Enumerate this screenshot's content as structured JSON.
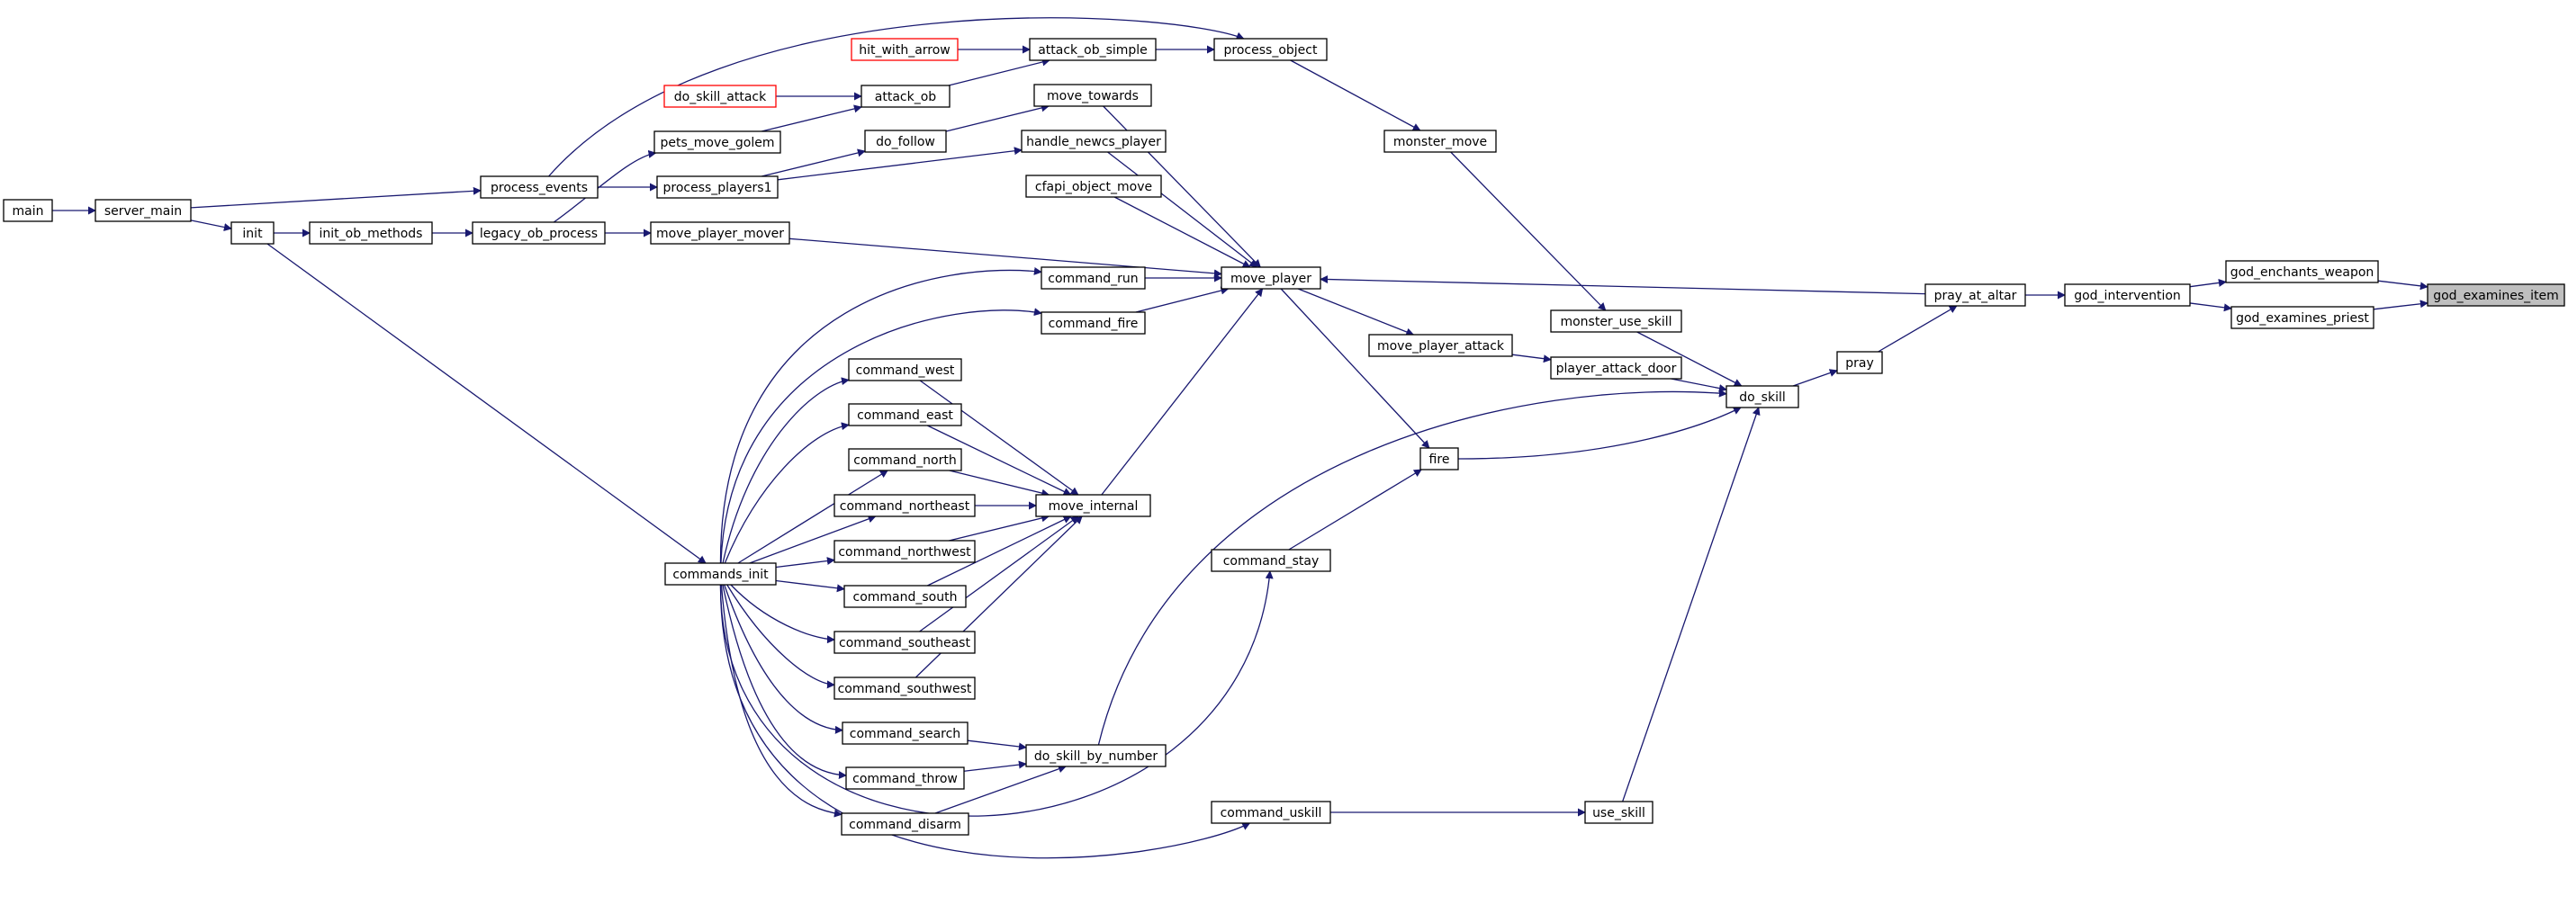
{
  "graph": {
    "focus_function": "god_examines_item",
    "colors": {
      "edge": "#191970",
      "node_border": "#000000",
      "missing_border": "#ff0000",
      "focus_fill": "#bfbfbf"
    },
    "nodes": {
      "main": "main",
      "server_main": "server_main",
      "init": "init",
      "init_ob_methods": "init_ob_methods",
      "legacy_ob_process": "legacy_ob_process",
      "process_events": "process_events",
      "pets_move_golem": "pets_move_golem",
      "process_players1": "process_players1",
      "move_player_mover": "move_player_mover",
      "commands_init": "commands_init",
      "hit_with_arrow": "hit_with_arrow",
      "do_skill_attack": "do_skill_attack",
      "attack_ob": "attack_ob",
      "attack_ob_simple": "attack_ob_simple",
      "process_object": "process_object",
      "monster_move": "monster_move",
      "move_towards": "move_towards",
      "do_follow": "do_follow",
      "handle_newcs_player": "handle_newcs_player",
      "cfapi_object_move": "cfapi_object_move",
      "command_run": "command_run",
      "command_fire": "command_fire",
      "move_player": "move_player",
      "command_west": "command_west",
      "command_east": "command_east",
      "command_north": "command_north",
      "command_northeast": "command_northeast",
      "command_northwest": "command_northwest",
      "command_south": "command_south",
      "command_southeast": "command_southeast",
      "command_southwest": "command_southwest",
      "move_internal": "move_internal",
      "command_search": "command_search",
      "command_throw": "command_throw",
      "command_disarm": "command_disarm",
      "do_skill_by_number": "do_skill_by_number",
      "command_stay": "command_stay",
      "command_uskill": "command_uskill",
      "move_player_attack": "move_player_attack",
      "fire": "fire",
      "monster_use_skill": "monster_use_skill",
      "player_attack_door": "player_attack_door",
      "do_skill": "do_skill",
      "use_skill": "use_skill",
      "pray": "pray",
      "pray_at_altar": "pray_at_altar",
      "god_intervention": "god_intervention",
      "god_enchants_weapon": "god_enchants_weapon",
      "god_examines_priest": "god_examines_priest",
      "god_examines_item": "god_examines_item"
    },
    "edges": [
      [
        "main",
        "server_main"
      ],
      [
        "server_main",
        "init"
      ],
      [
        "server_main",
        "process_events"
      ],
      [
        "init",
        "init_ob_methods"
      ],
      [
        "init",
        "commands_init"
      ],
      [
        "init_ob_methods",
        "legacy_ob_process"
      ],
      [
        "legacy_ob_process",
        "pets_move_golem"
      ],
      [
        "legacy_ob_process",
        "move_player_mover"
      ],
      [
        "process_events",
        "process_players1"
      ],
      [
        "process_events",
        "process_object"
      ],
      [
        "pets_move_golem",
        "attack_ob"
      ],
      [
        "process_players1",
        "do_follow"
      ],
      [
        "process_players1",
        "handle_newcs_player"
      ],
      [
        "hit_with_arrow",
        "attack_ob_simple"
      ],
      [
        "do_skill_attack",
        "attack_ob"
      ],
      [
        "attack_ob",
        "attack_ob_simple"
      ],
      [
        "attack_ob_simple",
        "process_object"
      ],
      [
        "process_object",
        "monster_move"
      ],
      [
        "monster_move",
        "monster_use_skill"
      ],
      [
        "do_follow",
        "move_towards"
      ],
      [
        "move_towards",
        "move_player"
      ],
      [
        "handle_newcs_player",
        "move_player"
      ],
      [
        "cfapi_object_move",
        "move_player"
      ],
      [
        "move_player_mover",
        "move_player"
      ],
      [
        "commands_init",
        "command_run"
      ],
      [
        "commands_init",
        "command_fire"
      ],
      [
        "commands_init",
        "command_west"
      ],
      [
        "commands_init",
        "command_east"
      ],
      [
        "commands_init",
        "command_north"
      ],
      [
        "commands_init",
        "command_northeast"
      ],
      [
        "commands_init",
        "command_northwest"
      ],
      [
        "commands_init",
        "command_south"
      ],
      [
        "commands_init",
        "command_southeast"
      ],
      [
        "commands_init",
        "command_southwest"
      ],
      [
        "commands_init",
        "command_search"
      ],
      [
        "commands_init",
        "command_throw"
      ],
      [
        "commands_init",
        "command_disarm"
      ],
      [
        "commands_init",
        "command_stay"
      ],
      [
        "commands_init",
        "command_uskill"
      ],
      [
        "command_run",
        "move_player"
      ],
      [
        "command_fire",
        "move_player"
      ],
      [
        "command_west",
        "move_internal"
      ],
      [
        "command_east",
        "move_internal"
      ],
      [
        "command_north",
        "move_internal"
      ],
      [
        "command_northeast",
        "move_internal"
      ],
      [
        "command_northwest",
        "move_internal"
      ],
      [
        "command_south",
        "move_internal"
      ],
      [
        "command_southeast",
        "move_internal"
      ],
      [
        "command_southwest",
        "move_internal"
      ],
      [
        "move_internal",
        "move_player"
      ],
      [
        "command_search",
        "do_skill_by_number"
      ],
      [
        "command_throw",
        "do_skill_by_number"
      ],
      [
        "command_disarm",
        "do_skill_by_number"
      ],
      [
        "do_skill_by_number",
        "do_skill"
      ],
      [
        "command_stay",
        "fire"
      ],
      [
        "command_uskill",
        "use_skill"
      ],
      [
        "move_player",
        "fire"
      ],
      [
        "move_player",
        "move_player_attack"
      ],
      [
        "move_player_attack",
        "player_attack_door"
      ],
      [
        "fire",
        "do_skill"
      ],
      [
        "monster_use_skill",
        "do_skill"
      ],
      [
        "player_attack_door",
        "do_skill"
      ],
      [
        "use_skill",
        "do_skill"
      ],
      [
        "do_skill",
        "pray"
      ],
      [
        "pray",
        "pray_at_altar"
      ],
      [
        "pray_at_altar",
        "move_player"
      ],
      [
        "pray_at_altar",
        "god_intervention"
      ],
      [
        "god_intervention",
        "god_enchants_weapon"
      ],
      [
        "god_intervention",
        "god_examines_priest"
      ],
      [
        "god_enchants_weapon",
        "god_examines_item"
      ],
      [
        "god_examines_priest",
        "god_examines_item"
      ]
    ]
  }
}
